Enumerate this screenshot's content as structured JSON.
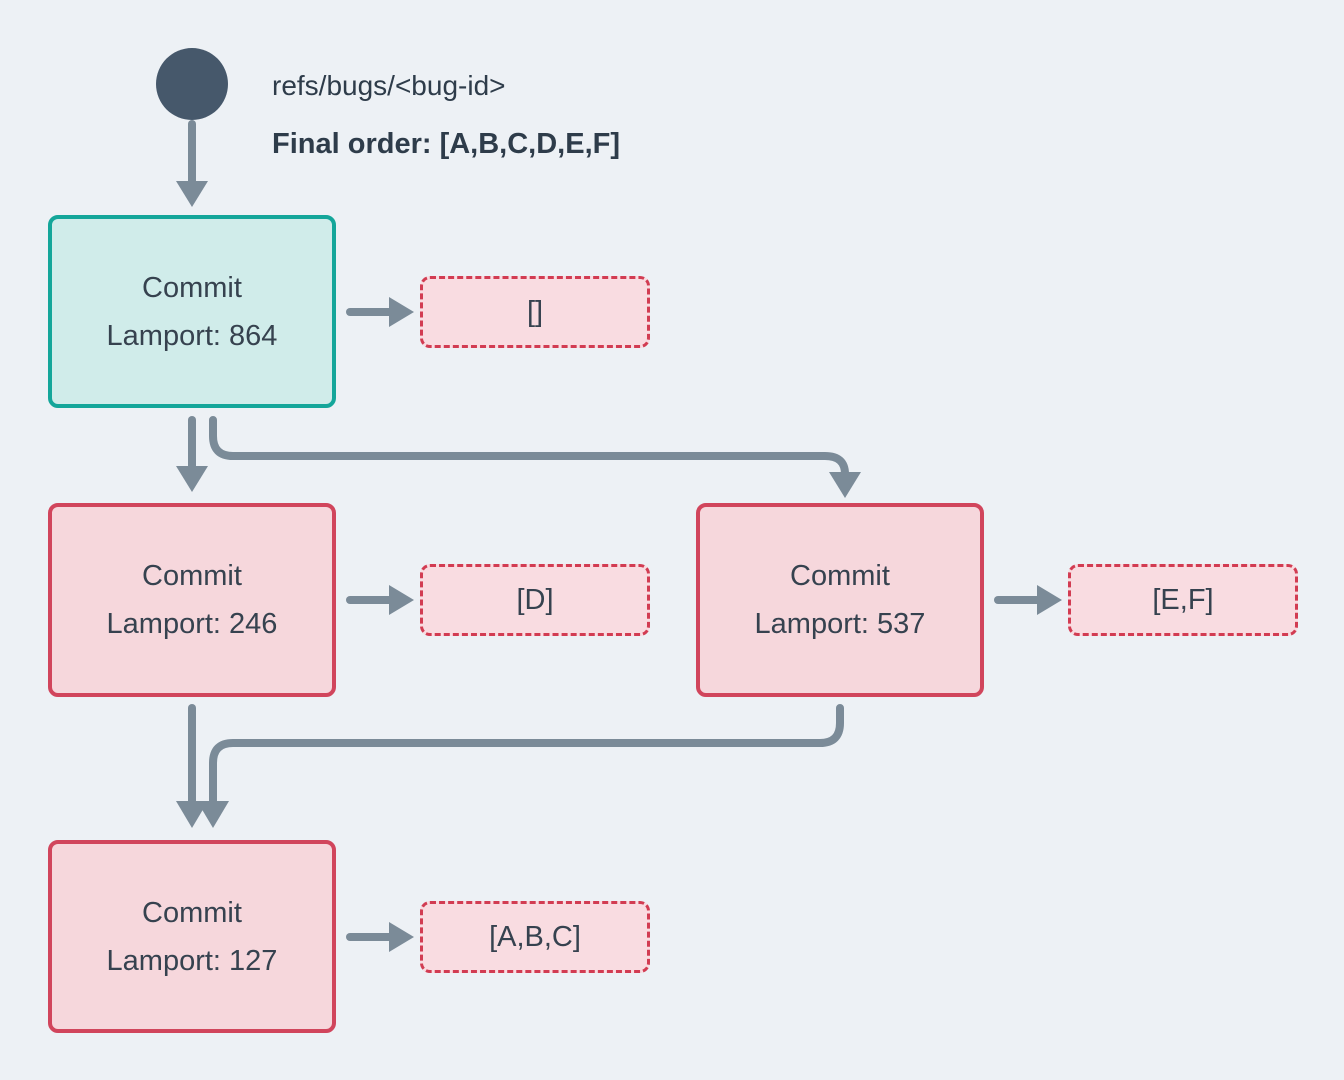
{
  "ref": {
    "name": "refs/bugs/<bug-id>",
    "final_order": "Final order: [A,B,C,D,E,F]"
  },
  "commits": {
    "c864": {
      "line1": "Commit",
      "line2": "Lamport: 864",
      "variant": "teal-head"
    },
    "c246": {
      "line1": "Commit",
      "line2": "Lamport: 246",
      "variant": "red"
    },
    "c537": {
      "line1": "Commit",
      "line2": "Lamport: 537",
      "variant": "red"
    },
    "c127": {
      "line1": "Commit",
      "line2": "Lamport: 127",
      "variant": "red"
    }
  },
  "lists": {
    "l864": {
      "label": "[]"
    },
    "l246": {
      "label": "[D]"
    },
    "l537": {
      "label": "[E,F]"
    },
    "l127": {
      "label": "[A,B,C]"
    }
  },
  "colors": {
    "background": "#edf1f5",
    "text": "#36424f",
    "arrow": "#7b8b98",
    "ref_circle": "#46586b",
    "teal_border": "#14a69a",
    "teal_fill": "#d0ecea",
    "red_border": "#d1455c",
    "red_fill": "#f6d7dc",
    "dashed_border": "#d23c52",
    "dashed_fill": "#f9dce1"
  }
}
